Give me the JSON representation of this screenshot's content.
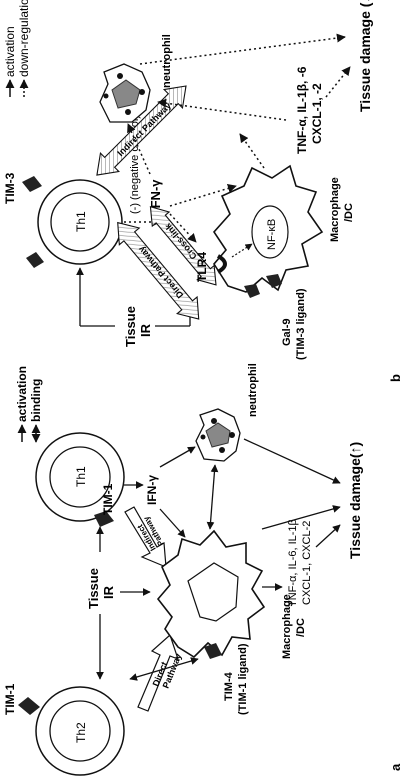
{
  "panel_a": {
    "panel_label": "a",
    "legend": {
      "activation": "activation",
      "binding": "binding"
    },
    "th2_label": "Th2",
    "th1_label": "Th1",
    "tim1_left_label": "TIM-1",
    "tim1_right_label": "TIM-1",
    "tissue_ir_line1": "Tissue",
    "tissue_ir_line2": "IR",
    "direct_pathway_line1": "Direct",
    "direct_pathway_line2": "Pathway",
    "indirect_pathway_line1": "Indirect",
    "indirect_pathway_line2": "Pathway",
    "ifn_gamma": "IFN-γ",
    "tim4_line1": "TIM-4",
    "tim4_line2": "(TIM-1 ligand)",
    "macrophage_line1": "Macrophage",
    "macrophage_line2": "/DC",
    "cytokines_line1": "TNF-α, IL-6, IL-1β",
    "cytokines_line2": "CXCL-1, CXCL-2",
    "neutrophil": "neutrophil",
    "tissue_damage": "Tissue damage(↑)"
  },
  "panel_b": {
    "panel_label": "b",
    "legend": {
      "activation": "activation",
      "down_regulation": "down-regulation"
    },
    "tim3_label": "TIM-3",
    "th1_label": "Th1",
    "negative_control": "(-)  (negative control)",
    "ifn_gamma": "IFN-γ",
    "tissue_ir_line1": "Tissue",
    "tissue_ir_line2": "IR",
    "direct_pathway": "Direct Pathway",
    "cross_link": "Cross-link",
    "indirect_pathway": "Indirect Pathway",
    "tlr4": "TLR4",
    "nfkb": "NF-κB",
    "gal9_line1": "Gal-9",
    "gal9_line2": "(TIM-3 ligand)",
    "macrophage_line1": "Macrophage",
    "macrophage_line2": "/DC",
    "cytokines_line1": "TNF-α, IL-1β, -6",
    "cytokines_line2": "CXCL-1, -2",
    "neutrophil": "neutrophil",
    "tissue_damage": "Tissue damage (↓)"
  }
}
